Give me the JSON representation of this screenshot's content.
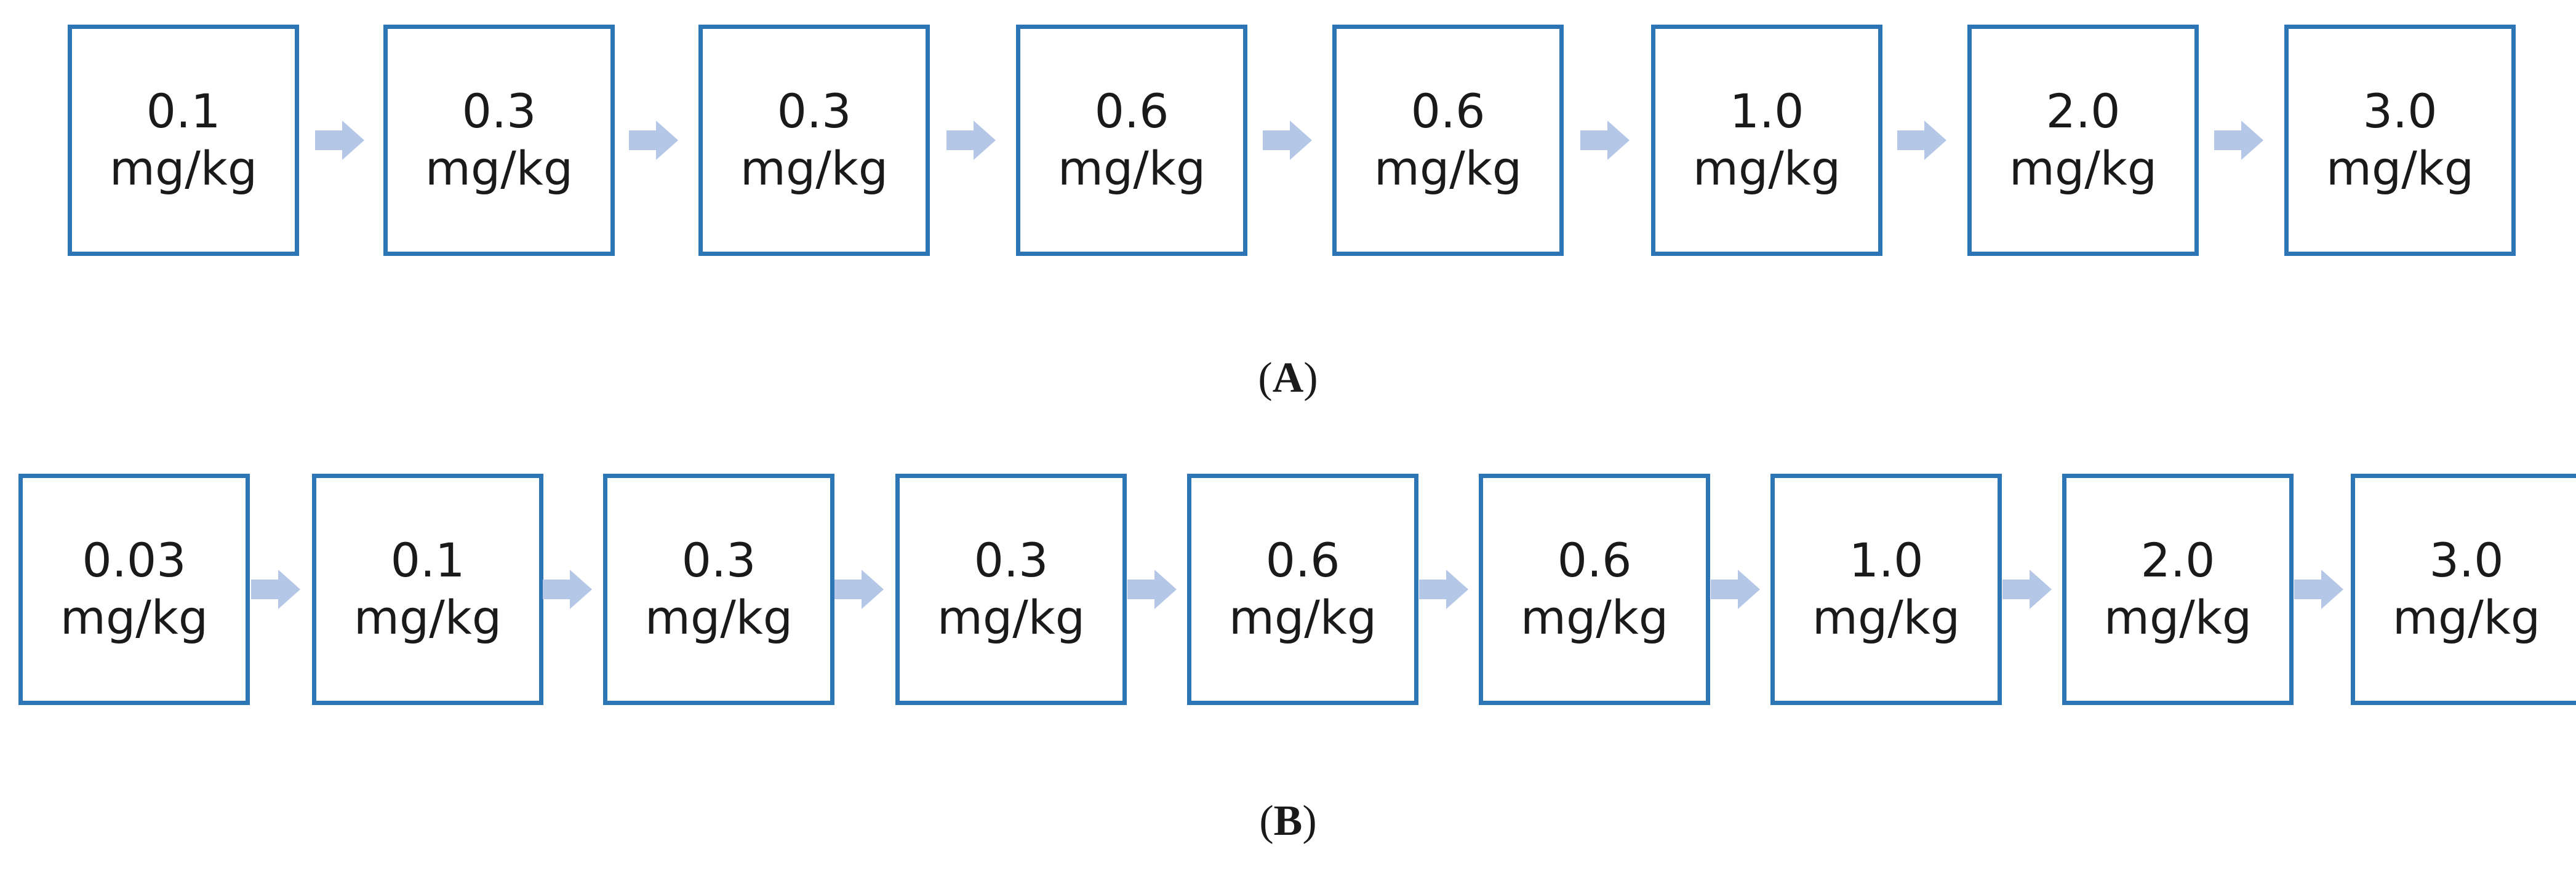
{
  "colors": {
    "box_border": "#2E75B6",
    "arrow_fill": "#B4C7E7",
    "text": "#1a1a1a"
  },
  "panel_a": {
    "label": "A",
    "steps": [
      {
        "dose": "0.1",
        "unit": "mg/kg"
      },
      {
        "dose": "0.3",
        "unit": "mg/kg"
      },
      {
        "dose": "0.3",
        "unit": "mg/kg"
      },
      {
        "dose": "0.6",
        "unit": "mg/kg"
      },
      {
        "dose": "0.6",
        "unit": "mg/kg"
      },
      {
        "dose": "1.0",
        "unit": "mg/kg"
      },
      {
        "dose": "2.0",
        "unit": "mg/kg"
      },
      {
        "dose": "3.0",
        "unit": "mg/kg"
      }
    ]
  },
  "panel_b": {
    "label": "B",
    "steps": [
      {
        "dose": "0.03",
        "unit": "mg/kg"
      },
      {
        "dose": "0.1",
        "unit": "mg/kg"
      },
      {
        "dose": "0.3",
        "unit": "mg/kg"
      },
      {
        "dose": "0.3",
        "unit": "mg/kg"
      },
      {
        "dose": "0.6",
        "unit": "mg/kg"
      },
      {
        "dose": "0.6",
        "unit": "mg/kg"
      },
      {
        "dose": "1.0",
        "unit": "mg/kg"
      },
      {
        "dose": "2.0",
        "unit": "mg/kg"
      },
      {
        "dose": "3.0",
        "unit": "mg/kg"
      }
    ]
  }
}
